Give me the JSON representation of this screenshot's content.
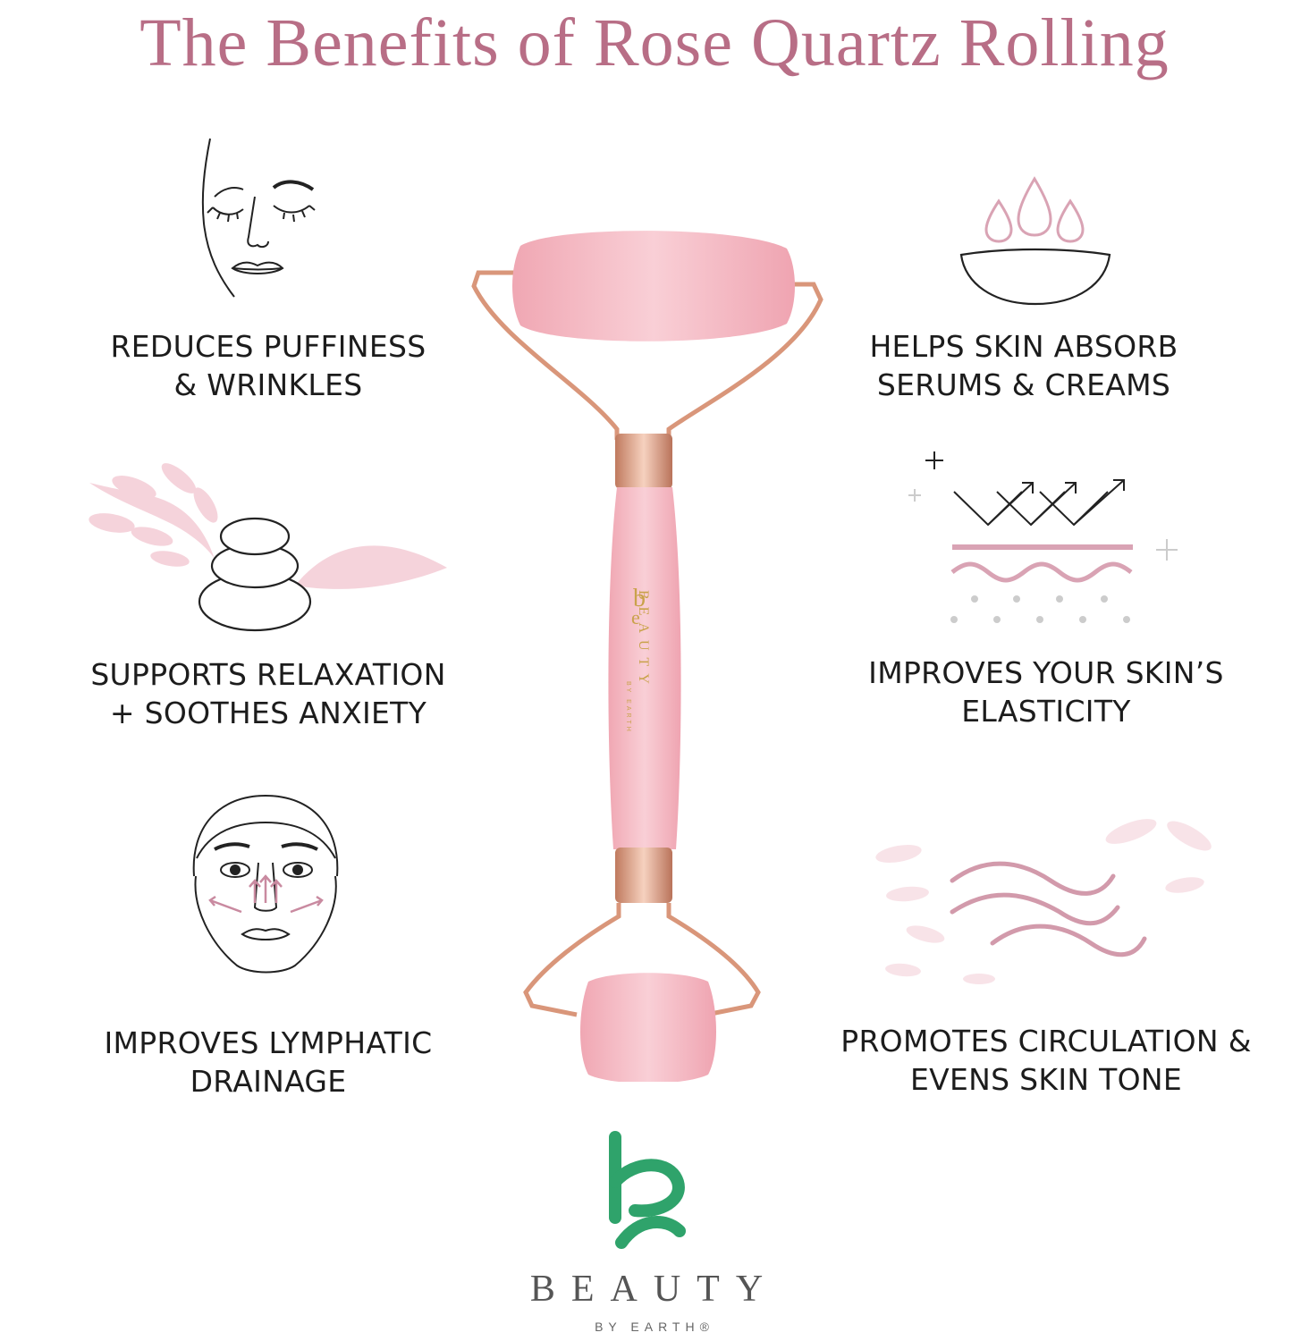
{
  "title": "The Benefits of Rose Quartz Rolling",
  "benefits": {
    "puffiness": {
      "line1": "REDUCES PUFFINESS",
      "line2": "& WRINKLES"
    },
    "relaxation": {
      "line1": "SUPPORTS RELAXATION",
      "line2": "+ SOOTHES ANXIETY"
    },
    "lymphatic": {
      "line1": "IMPROVES LYMPHATIC",
      "line2": "DRAINAGE"
    },
    "absorb": {
      "line1": "HELPS SKIN ABSORB",
      "line2": "SERUMS & CREAMS"
    },
    "elasticity": {
      "line1": "IMPROVES YOUR SKIN’S",
      "line2": "ELASTICITY"
    },
    "circulation": {
      "line1": "PROMOTES CIRCULATION &",
      "line2": "EVENS SKIN TONE"
    }
  },
  "roller": {
    "handle_brand": "BEAUTY",
    "handle_sub": "BY EARTH"
  },
  "brand": {
    "name": "BEAUTY",
    "sub": "BY EARTH®",
    "logo_color": "#2fa36b"
  },
  "colors": {
    "title": "#b86e86",
    "accent_pink": "#d9a3b4",
    "rose_quartz": "#f4b9c3",
    "rose_gold": "#d9967a"
  },
  "icons": {
    "puffiness": "sleeping-face-icon",
    "relaxation": "stacked-stones-icon",
    "lymphatic": "face-drainage-icon",
    "absorb": "droplets-bowl-icon",
    "elasticity": "skin-layers-icon",
    "circulation": "waves-icon"
  }
}
